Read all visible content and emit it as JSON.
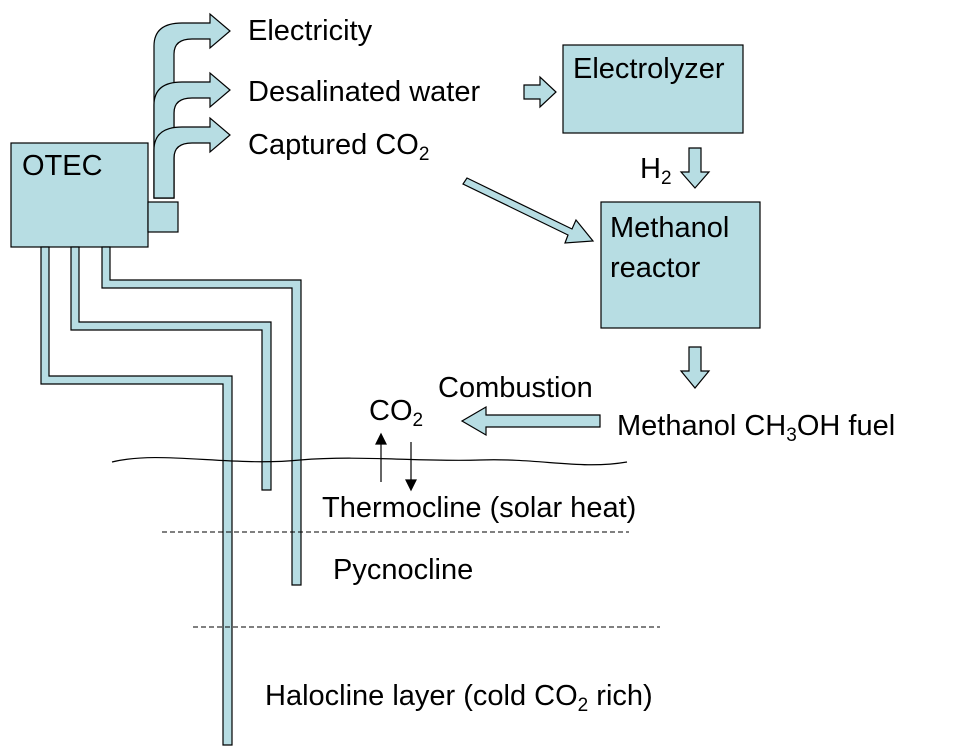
{
  "boxes": {
    "otec": "OTEC",
    "electrolyzer": "Electrolyzer",
    "methanol_reactor_line1": "Methanol",
    "methanol_reactor_line2": "reactor"
  },
  "outputs": {
    "electricity": "Electricity",
    "desalinated_water": "Desalinated  water",
    "captured_co2_prefix": "Captured  CO",
    "captured_co2_sub": "2"
  },
  "hydrogen": {
    "prefix": "H",
    "sub": "2"
  },
  "combustion": "Combustion",
  "co2_surface": {
    "prefix": "CO",
    "sub": "2"
  },
  "fuel": {
    "part1": "Methanol  CH",
    "sub": "3",
    "part2": "OH fuel"
  },
  "layers": {
    "thermocline": "Thermocline  (solar  heat)",
    "pycnocline": "Pycnocline",
    "halocline_prefix": "Halocline  layer  (cold  CO",
    "halocline_sub": "2",
    "halocline_suffix": " rich)"
  },
  "colors": {
    "fill": "#b7dde3",
    "stroke": "#000000"
  }
}
